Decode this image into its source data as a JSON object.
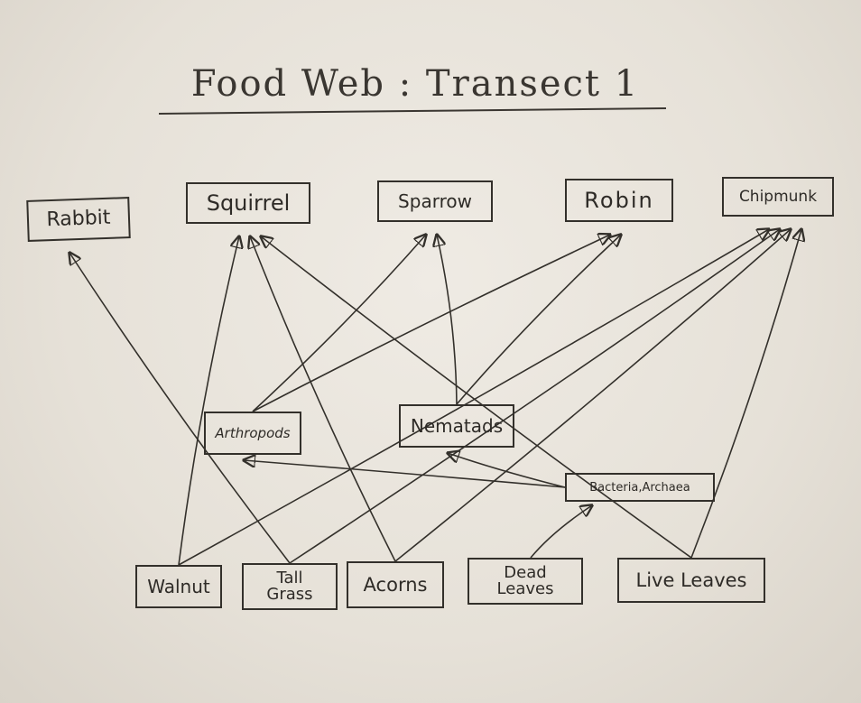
{
  "title": "Food Web : Transect 1",
  "nodes": {
    "rabbit": "Rabbit",
    "squirrel": "Squirrel",
    "sparrow": "Sparrow",
    "robin": "Robin",
    "chipmunk": "Chipmunk",
    "arthropods": "Arthropods",
    "nematads": "Nematads",
    "bacteria": "Bacteria,Archaea",
    "walnut": "Walnut",
    "tall_grass": "Tall Grass",
    "acorns": "Acorns",
    "dead_leaves": "Dead Leaves",
    "live_leaves": "Live Leaves"
  },
  "edges": [
    {
      "from": "walnut",
      "to": "squirrel"
    },
    {
      "from": "walnut",
      "to": "chipmunk"
    },
    {
      "from": "tall_grass",
      "to": "rabbit"
    },
    {
      "from": "tall_grass",
      "to": "chipmunk"
    },
    {
      "from": "acorns",
      "to": "squirrel"
    },
    {
      "from": "acorns",
      "to": "chipmunk"
    },
    {
      "from": "live_leaves",
      "to": "squirrel"
    },
    {
      "from": "live_leaves",
      "to": "chipmunk"
    },
    {
      "from": "dead_leaves",
      "to": "bacteria"
    },
    {
      "from": "bacteria",
      "to": "arthropods"
    },
    {
      "from": "bacteria",
      "to": "nematads"
    },
    {
      "from": "arthropods",
      "to": "sparrow"
    },
    {
      "from": "arthropods",
      "to": "robin"
    },
    {
      "from": "nematads",
      "to": "sparrow"
    },
    {
      "from": "nematads",
      "to": "robin"
    }
  ]
}
